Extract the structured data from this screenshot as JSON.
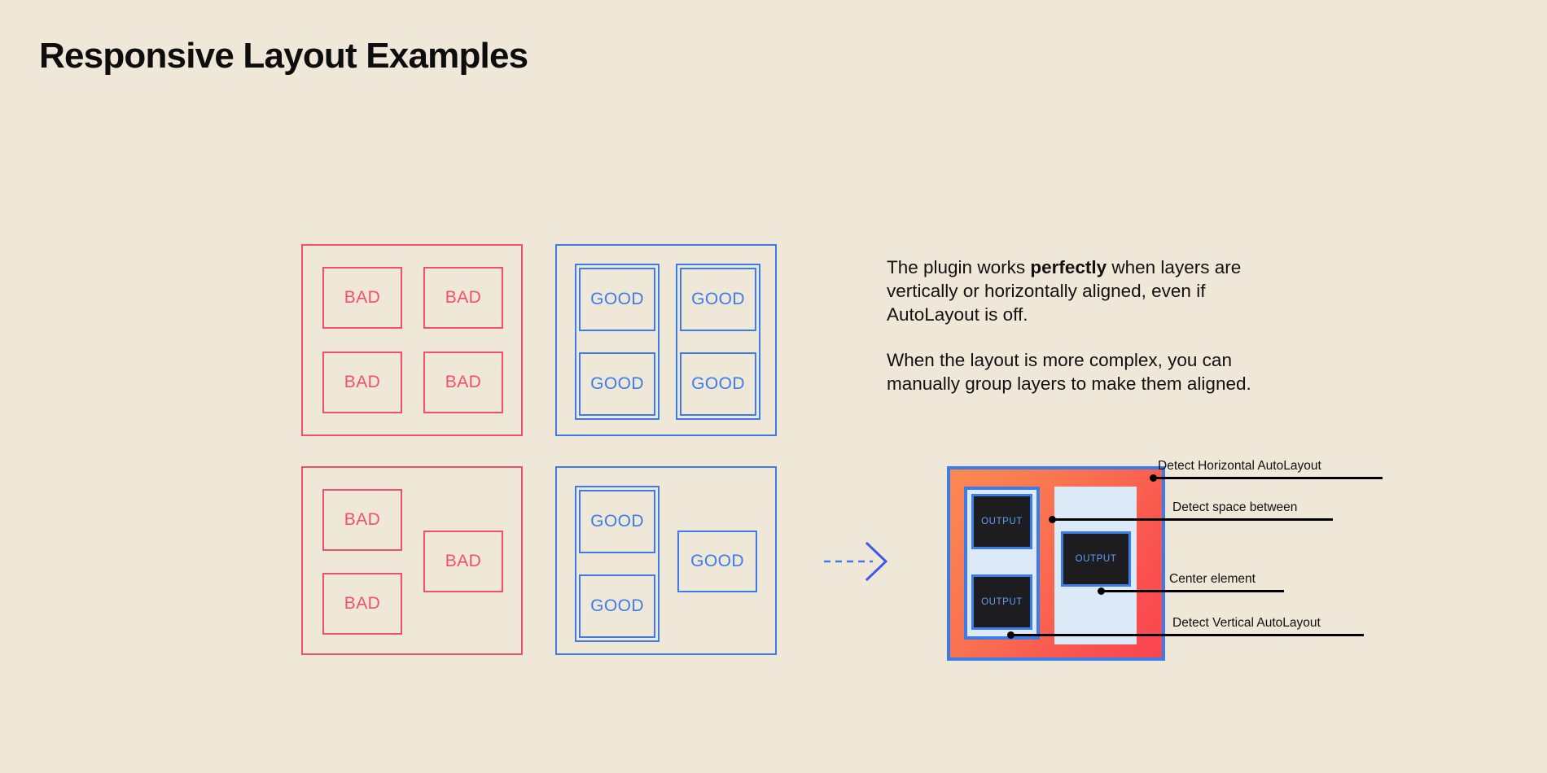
{
  "page": {
    "title": "Responsive Layout Examples",
    "background_color": "#EFE7D8",
    "bad_color": "#F2506A",
    "good_color": "#3B7CE8",
    "text_color": "#111111"
  },
  "examples": {
    "bad_label": "BAD",
    "good_label": "GOOD",
    "panels": [
      {
        "name": "bad-grid-2x2",
        "kind": "bad",
        "cells": [
          "BAD",
          "BAD",
          "BAD",
          "BAD"
        ]
      },
      {
        "name": "good-grid-2x2-grouped",
        "kind": "good",
        "cells": [
          "GOOD",
          "GOOD",
          "GOOD",
          "GOOD"
        ]
      },
      {
        "name": "bad-complex-layout",
        "kind": "bad",
        "cells": [
          "BAD",
          "BAD",
          "BAD"
        ]
      },
      {
        "name": "good-complex-layout-grouped",
        "kind": "good",
        "cells": [
          "GOOD",
          "GOOD",
          "GOOD"
        ]
      }
    ]
  },
  "copy": {
    "paragraph1_before": "The plugin works ",
    "paragraph1_bold": "perfectly",
    "paragraph1_after": " when layers are vertically or horizontally aligned, even if AutoLayout is off.",
    "paragraph2": "When the layout is more complex, you can manually group layers to make them aligned."
  },
  "arrow": {
    "icon": "dashed-arrow-right-icon",
    "color": "#3B7CE8"
  },
  "result_frame": {
    "output_label": "OUTPUT",
    "outputs": [
      "OUTPUT",
      "OUTPUT",
      "OUTPUT"
    ],
    "frame_border_color": "#3B7CE8",
    "frame_fill_color": "#FA6650",
    "panel_fill_color": "#DCEAF8",
    "output_fill_color": "#1D1D20",
    "output_text_color": "#5FA0F2"
  },
  "annotations": [
    {
      "label": "Detect Horizontal AutoLayout"
    },
    {
      "label": "Detect space between"
    },
    {
      "label": "Center element"
    },
    {
      "label": "Detect Vertical AutoLayout"
    }
  ]
}
